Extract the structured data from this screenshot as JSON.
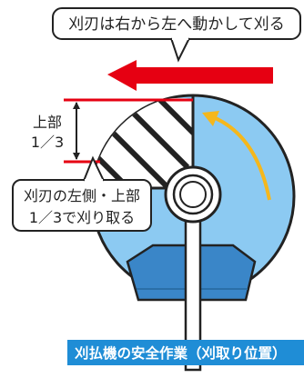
{
  "callouts": {
    "top": "刈刃は右から左へ動かして刈る",
    "side_line1": "刈刃の左側・上部",
    "side_line2": "1／3で刈り取る"
  },
  "labels": {
    "upper_line1": "上部",
    "upper_line2": "1／3"
  },
  "footer": {
    "caption": "刈払機の安全作業（刈取り位置）"
  },
  "colors": {
    "blade_fill": "#8ccaf2",
    "outline": "#222222",
    "arrow_red": "#e60012",
    "rotation_arrow": "#f5b71c",
    "guard_fill": "#3a86c8",
    "caption_bg": "#1f8dd6",
    "caption_text": "#ffffff"
  }
}
